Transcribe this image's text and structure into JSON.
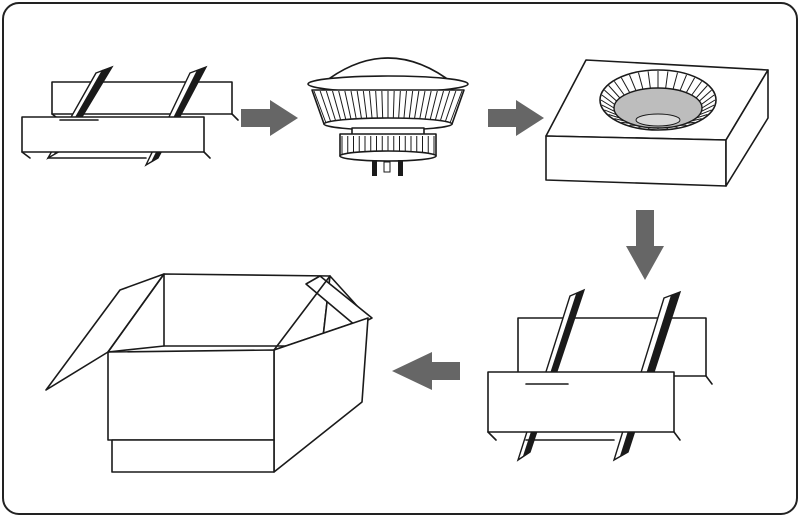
{
  "diagram": {
    "steps": [
      {
        "id": "divider-insert",
        "icon": "grid-divider-icon"
      },
      {
        "id": "led-lamp",
        "icon": "led-lamp-icon"
      },
      {
        "id": "foam-tray",
        "icon": "foam-tray-icon"
      },
      {
        "id": "divider-insert-stacked",
        "icon": "grid-divider-icon"
      },
      {
        "id": "carton-box",
        "icon": "open-box-icon"
      }
    ],
    "arrows": [
      {
        "from": "divider-insert",
        "to": "led-lamp",
        "direction": "right"
      },
      {
        "from": "led-lamp",
        "to": "foam-tray",
        "direction": "right"
      },
      {
        "from": "foam-tray",
        "to": "divider-insert-stacked",
        "direction": "down"
      },
      {
        "from": "divider-insert-stacked",
        "to": "carton-box",
        "direction": "left"
      }
    ],
    "colors": {
      "frame": "#222222",
      "line": "#1a1a1a",
      "arrow": "#666666",
      "background": "#ffffff"
    }
  }
}
